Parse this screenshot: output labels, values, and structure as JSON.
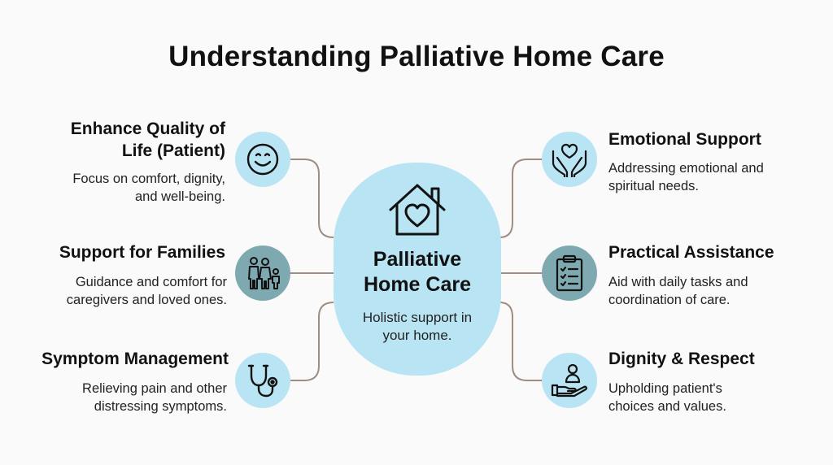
{
  "title": "Understanding Palliative Home Care",
  "center": {
    "title": "Palliative\nHome Care",
    "subtitle": "Holistic support in\nyour home.",
    "icon": "house-heart-icon"
  },
  "left_items": [
    {
      "heading": "Enhance Quality of\nLife (Patient)",
      "desc": "Focus on comfort, dignity,\nand well-being.",
      "icon": "smiley-face-icon"
    },
    {
      "heading": "Support for Families",
      "desc": "Guidance and comfort for\ncaregivers and loved ones.",
      "icon": "family-icon"
    },
    {
      "heading": "Symptom Management",
      "desc": "Relieving pain and other\ndistressing symptoms.",
      "icon": "stethoscope-icon"
    }
  ],
  "right_items": [
    {
      "heading": "Emotional Support",
      "desc": "Addressing emotional and\nspiritual needs.",
      "icon": "hands-heart-icon"
    },
    {
      "heading": "Practical Assistance",
      "desc": "Aid with daily tasks and\ncoordination of care.",
      "icon": "clipboard-checklist-icon"
    },
    {
      "heading": "Dignity & Respect",
      "desc": "Upholding patient's\nchoices and values.",
      "icon": "hand-person-icon"
    }
  ],
  "colors": {
    "light_circle": "#b9e4f3",
    "dark_circle": "#7fa9b1",
    "connector": "#a08c80"
  }
}
